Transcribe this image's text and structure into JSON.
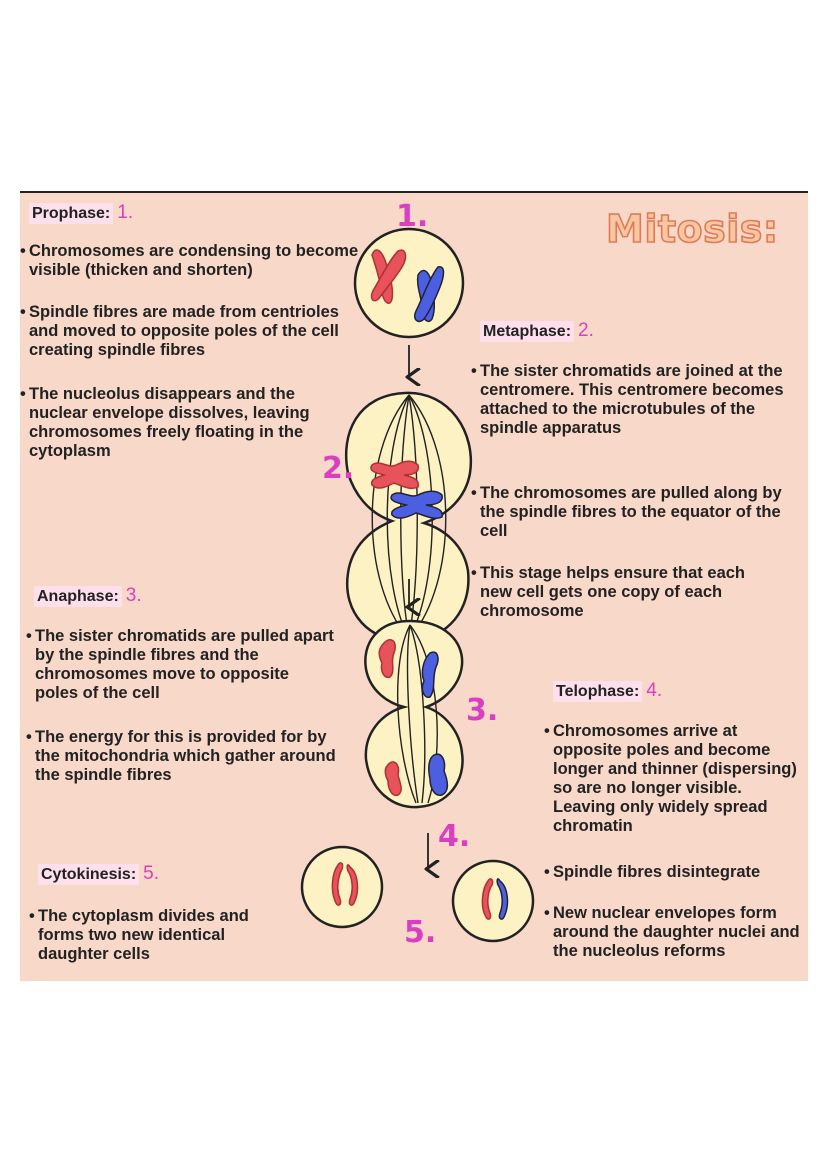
{
  "title": "Mitosis:",
  "stages": {
    "prophase": {
      "heading": "Prophase:",
      "number": "1.",
      "bullets": [
        "Chromosomes are condensing to become visible (thicken and shorten)",
        "Spindle fibres are made from centrioles and moved to opposite poles of the cell creating spindle fibres",
        "The nucleolus disappears and the nuclear envelope dissolves, leaving chromosomes freely floating in the cytoplasm"
      ]
    },
    "metaphase": {
      "heading": "Metaphase:",
      "number": "2.",
      "bullets": [
        "The sister chromatids are joined at the centromere. This centromere becomes attached to the microtubules of the spindle apparatus",
        "The chromosomes are pulled along by the spindle fibres to the equator of the cell",
        "This stage helps ensure that each new cell gets one copy of each chromosome"
      ]
    },
    "anaphase": {
      "heading": "Anaphase:",
      "number": "3.",
      "bullets": [
        "The sister chromatids are pulled apart by the spindle fibres and the chromosomes move to opposite poles of the cell",
        "The energy for this is provided for by the mitochondria which gather around the spindle fibres"
      ]
    },
    "telophase": {
      "heading": "Telophase:",
      "number": "4.",
      "bullets": [
        "Chromosomes arrive at opposite poles and become longer and thinner (dispersing) so are no longer visible. Leaving only widely spread chromatin",
        "Spindle fibres disintegrate",
        "New nuclear envelopes form around the daughter nuclei and the nucleolus reforms"
      ]
    },
    "cytokinesis": {
      "heading": "Cytokinesis:",
      "number": "5.",
      "bullets": [
        "The cytoplasm divides and forms two new identical daughter cells"
      ]
    }
  },
  "stage_numbers": [
    "1.",
    "2.",
    "3.",
    "4.",
    "5."
  ],
  "colors": {
    "background": "#f8d8c8",
    "cell_fill": "#fdf2c4",
    "chromosome_red": "#e8525a",
    "chromosome_blue": "#4c5fe0",
    "accent_pink": "#d93fc0",
    "title_fill": "#f7c7a1",
    "title_outline": "#e07a58"
  }
}
